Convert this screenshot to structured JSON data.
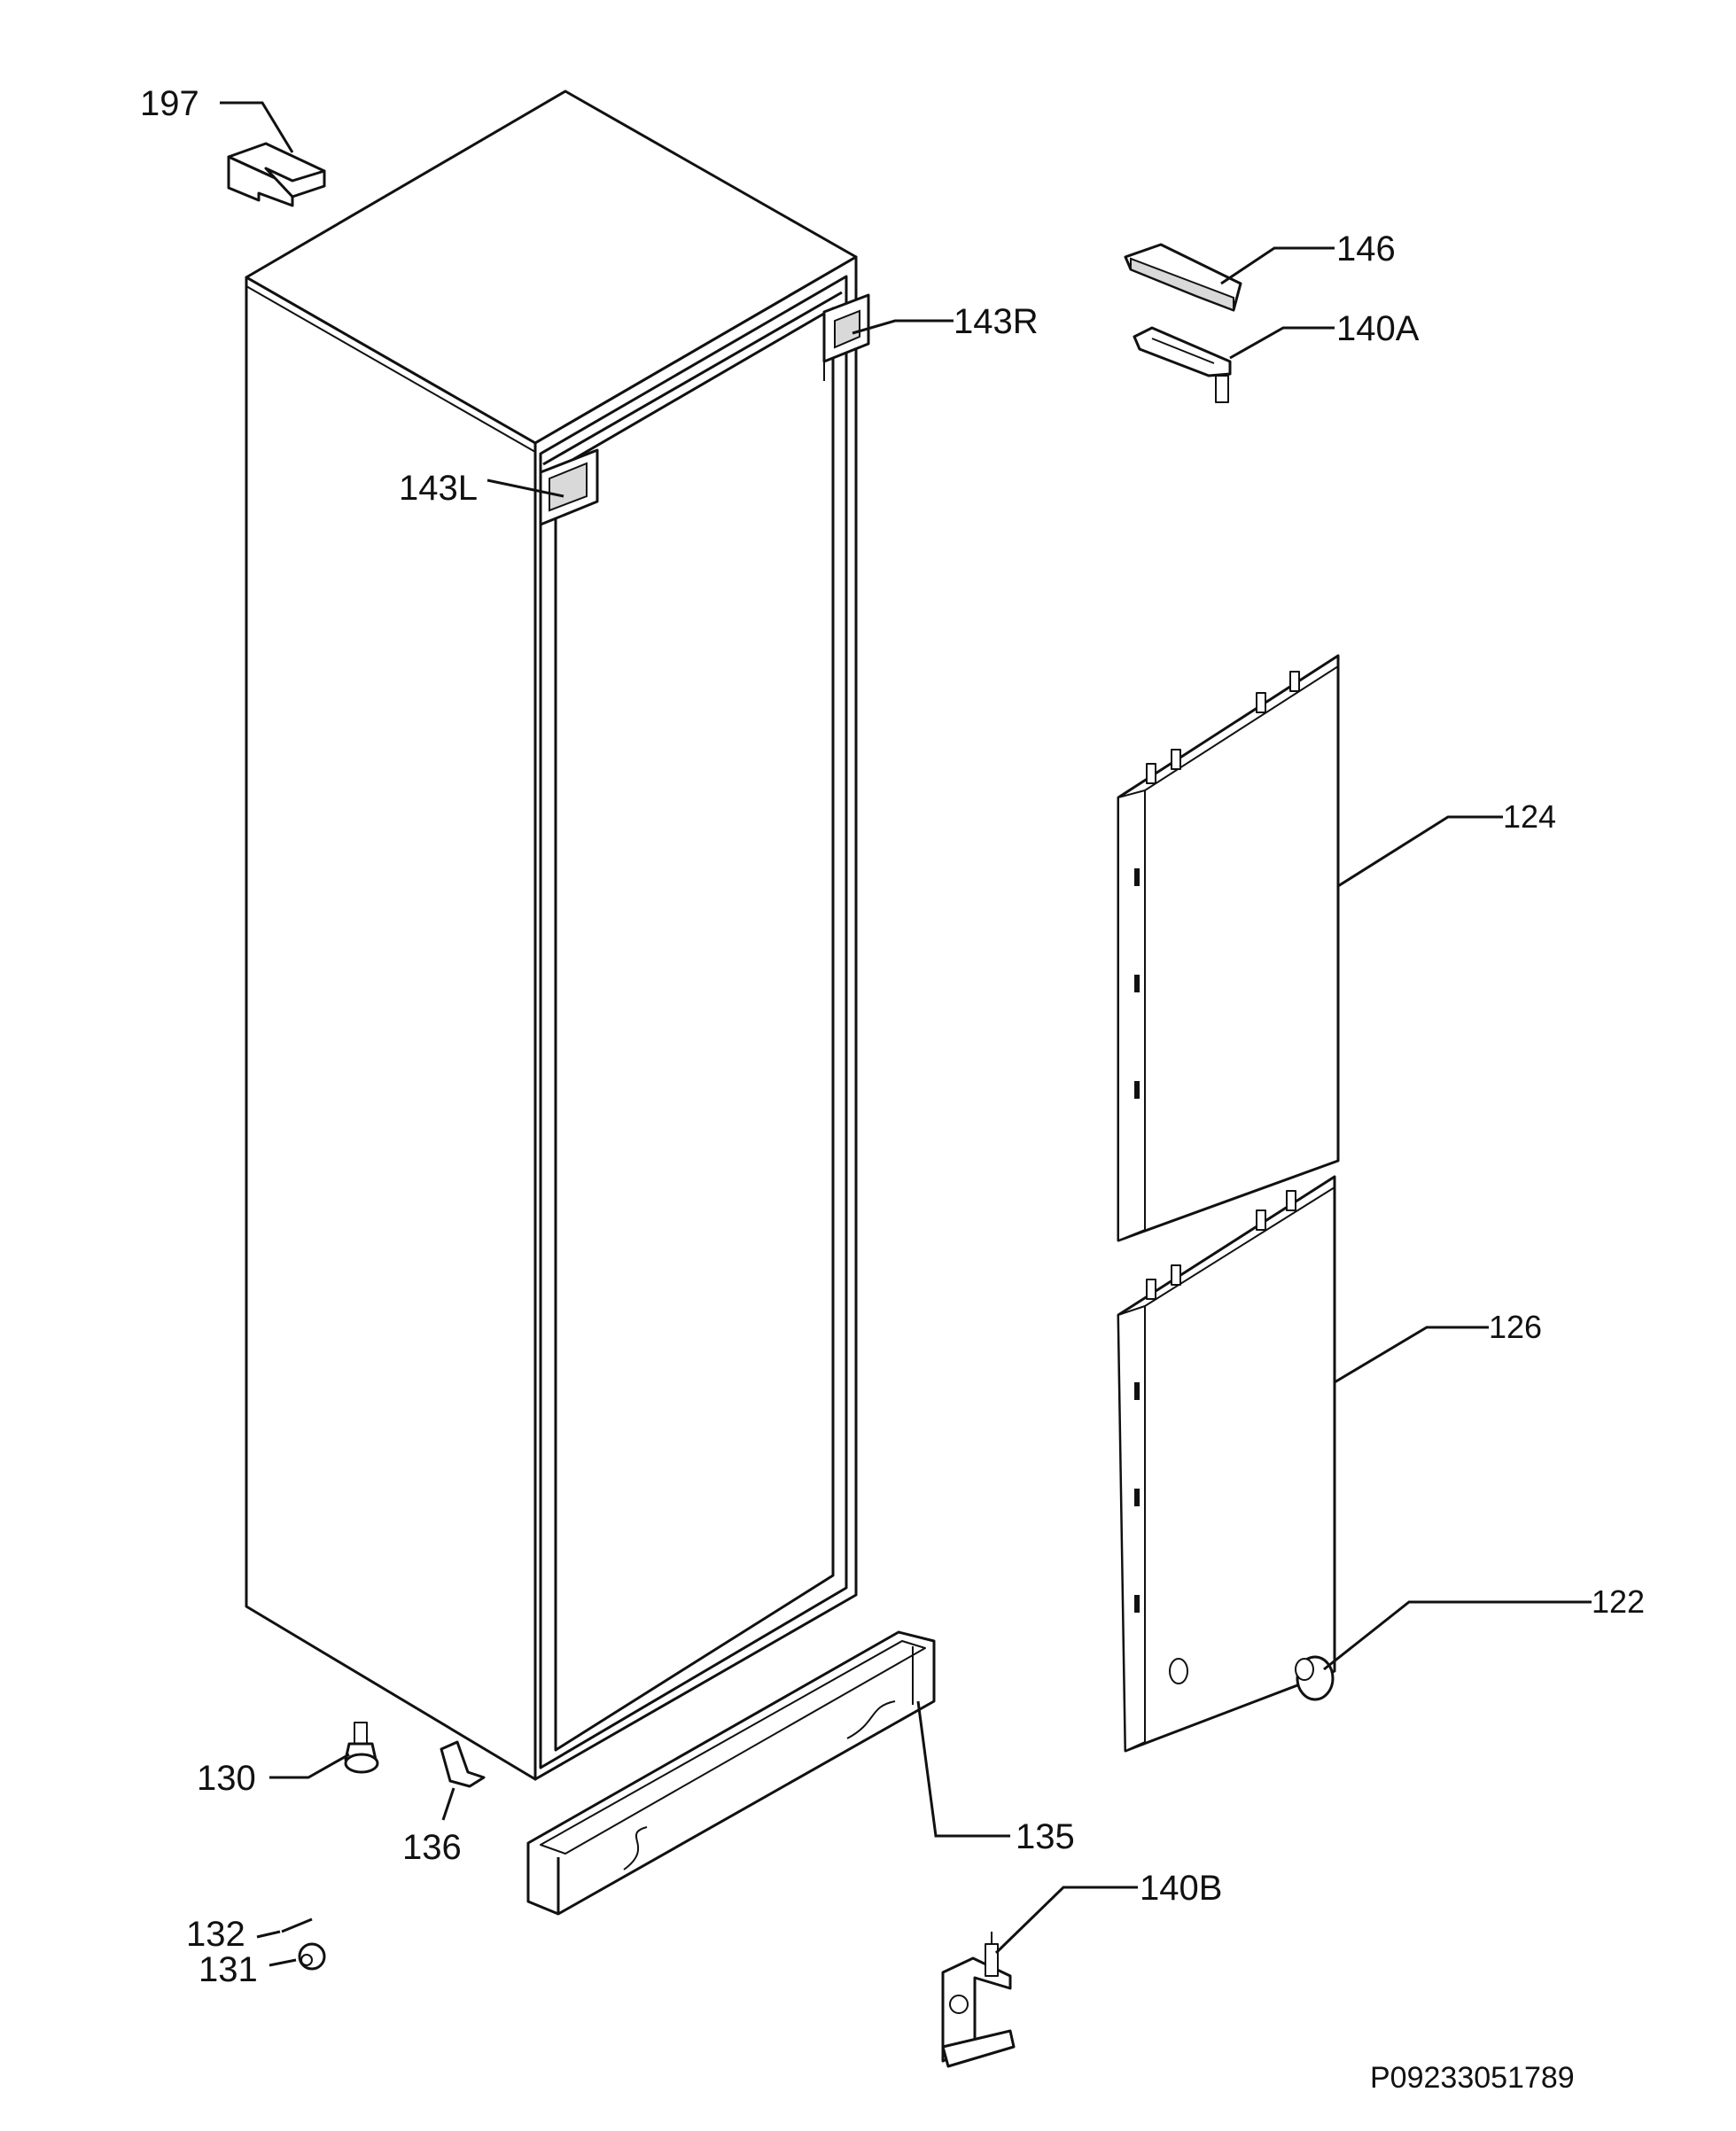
{
  "diagram": {
    "reference_code": "P09233051789",
    "callouts": [
      {
        "id": "197",
        "label": "197"
      },
      {
        "id": "146",
        "label": "146"
      },
      {
        "id": "140A",
        "label": "140A"
      },
      {
        "id": "143R",
        "label": "143R"
      },
      {
        "id": "143L",
        "label": "143L"
      },
      {
        "id": "124",
        "label": "124"
      },
      {
        "id": "126",
        "label": "126"
      },
      {
        "id": "122",
        "label": "122"
      },
      {
        "id": "130",
        "label": "130"
      },
      {
        "id": "136",
        "label": "136"
      },
      {
        "id": "135",
        "label": "135"
      },
      {
        "id": "140B",
        "label": "140B"
      },
      {
        "id": "132",
        "label": "132"
      },
      {
        "id": "131",
        "label": "131"
      }
    ]
  }
}
